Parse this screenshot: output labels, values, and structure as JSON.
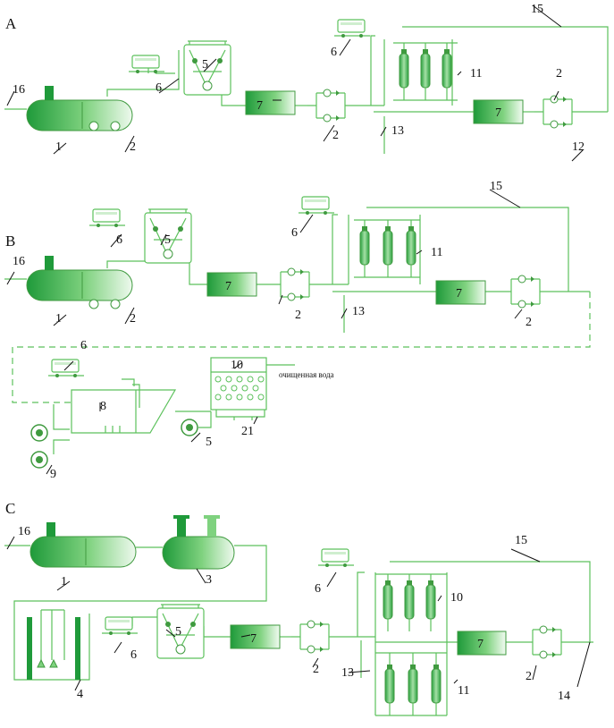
{
  "sections": {
    "a": "A",
    "b": "B",
    "c": "C"
  },
  "labels": {
    "n1": "1",
    "n2": "2",
    "n3": "3",
    "n4": "4",
    "n5": "5",
    "n6": "6",
    "n7": "7",
    "n8": "8",
    "n9": "9",
    "n10": "10",
    "n11": "11",
    "n12": "12",
    "n13": "13",
    "n14": "14",
    "n15": "15",
    "n16": "16",
    "n21": "21"
  },
  "annotations": {
    "treated_water": "очищенная вода"
  },
  "colors": {
    "line": "#5cc15c",
    "tank_dark": "#1f9a3a",
    "tank_light": "#e8f7e8",
    "text": "#111111"
  }
}
